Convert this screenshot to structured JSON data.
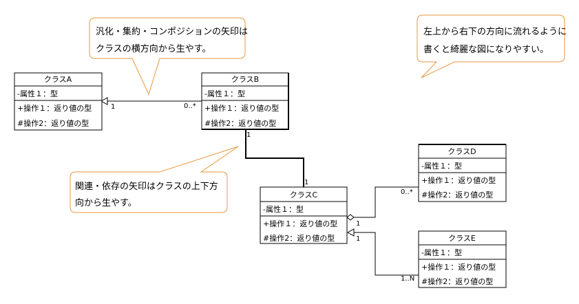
{
  "classes": {
    "a": {
      "name": "クラスA",
      "attribute": "-属性１：型",
      "op1": "+操作１：返り値の型",
      "op2": "#操作2：返り値の型"
    },
    "b": {
      "name": "クラスB",
      "attribute": "-属性１：型",
      "op1": "+操作１：返り値の型",
      "op2": "#操作2：返り値の型"
    },
    "c": {
      "name": "クラスC",
      "attribute": "-属性１：型",
      "op1": "+操作１：返り値の型",
      "op2": "#操作2：返り値の型"
    },
    "d": {
      "name": "クラスD",
      "attribute": "-属性１：型",
      "op1": "+操作１：返り値の型",
      "op2": "#操作2：返り値の型"
    },
    "e": {
      "name": "クラスE",
      "attribute": "-属性１：型",
      "op1": "+操作１：返り値の型",
      "op2": "#操作2：返り値の型"
    }
  },
  "multiplicities": {
    "ab_a": "1",
    "ab_b": "0..*",
    "bc_b": "1",
    "bc_c": "1",
    "cd_c": "1",
    "cd_d": "0..*",
    "ce_c": "1",
    "ce_e": "1..N"
  },
  "notes": {
    "top_left": {
      "line1": "汎化・集約・コンポジションの矢印は",
      "line2": "クラスの横方向から生やす。"
    },
    "top_right": {
      "line1": "左上から右下の方向に流れるように",
      "line2": "書くと綺麗な図になりやすい。"
    },
    "bottom_left": {
      "line1": "関連・依存の矢印はクラスの上下方",
      "line2": "向から生やす。"
    }
  },
  "colors": {
    "note_fill": "#ffffff",
    "note_stroke": "#e8963c",
    "line": "#000000"
  }
}
